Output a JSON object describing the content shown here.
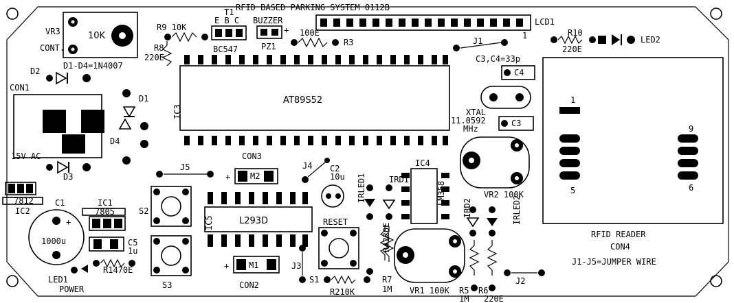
{
  "title": "RFID BASED PARKING SYSTEM 0112B",
  "labels": {
    "vr3": "VR3",
    "vr3_val": "10K",
    "cont": "CONT.",
    "r9": "R9 10K",
    "r8": "R8",
    "r8_val": "220E",
    "t1": "T1",
    "ebc": "E  B  C",
    "bc547": "BC547",
    "buzzer": "BUZZER",
    "pz1": "PZ1",
    "plus": "+",
    "r3_val": "100E",
    "r3": "R3",
    "lcd1": "LCD1",
    "lcd_pin1": "1",
    "r10": "R10",
    "r10_val": "220E",
    "led2": "LED2",
    "d2": "D2",
    "d1d4": "D1-D4=1N4007",
    "con1": "CON1",
    "d1": "D1",
    "d4": "D4",
    "ic3": "IC3",
    "at89s52": "AT89S52",
    "j1": "J1",
    "c3c4": "C3,C4=33p",
    "c4": "C4",
    "xtal": "XTAL",
    "xtal_val": "11.0592",
    "mhz": "MHz",
    "c3": "C3",
    "v15ac": "15V AC",
    "d3": "D3",
    "con3": "CON3",
    "j5": "J5",
    "m2": "M2",
    "j4": "J4",
    "c2": "C2",
    "c2_val": "10u",
    "irled1": "IRLED1",
    "ird1": "IRD1",
    "ic4": "IC4",
    "lm358": "LM358",
    "vr2": "VR2 100K",
    "rfid_pin1": "1",
    "rfid_pin9": "9",
    "rfid_pin5": "5",
    "rfid_pin6": "6",
    "v7812": "7812",
    "ic2": "IC2",
    "c1": "C1",
    "c1_val": "1000u",
    "ic1": "IC1",
    "v7805": "7805",
    "s2": "S2",
    "ic5": "IC5",
    "l293d": "L293D",
    "reset": "RESET",
    "r4": "R4220E",
    "ird2": "IRD2",
    "irled2": "IRLED2",
    "c5": "C5",
    "c5_val": "1u",
    "r1": "R1470E",
    "m1": "M1",
    "j3": "J3",
    "s1": "S1",
    "r7": "R7",
    "r7_val": "1M",
    "vr1": "VR1 100K",
    "r5": "R5",
    "r5_val": "1M",
    "r6": "R6",
    "r6_val": "220E",
    "j2": "J2",
    "rfid_reader": "RFID READER",
    "con4": "CON4",
    "jumper": "J1-J5=JUMPER WIRE",
    "led1": "LED1",
    "power": "POWER",
    "s3": "S3",
    "con2": "CON2",
    "r2": "R210K"
  }
}
